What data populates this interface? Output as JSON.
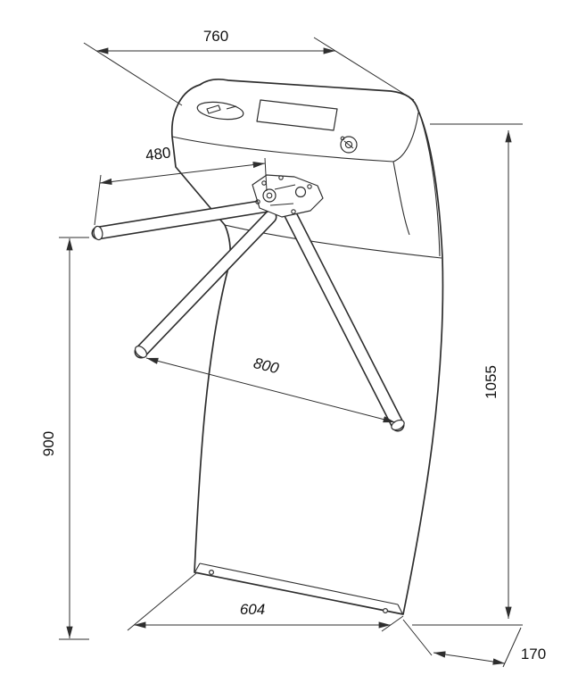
{
  "drawing": {
    "background": "#ffffff",
    "line_color": "#2e2e2e",
    "dims": {
      "top_width": "760",
      "arm_reach": "480",
      "arm_span": "800",
      "arm_axis_height": "900",
      "overall_height": "1055",
      "base_length": "604",
      "base_depth": "170"
    }
  }
}
